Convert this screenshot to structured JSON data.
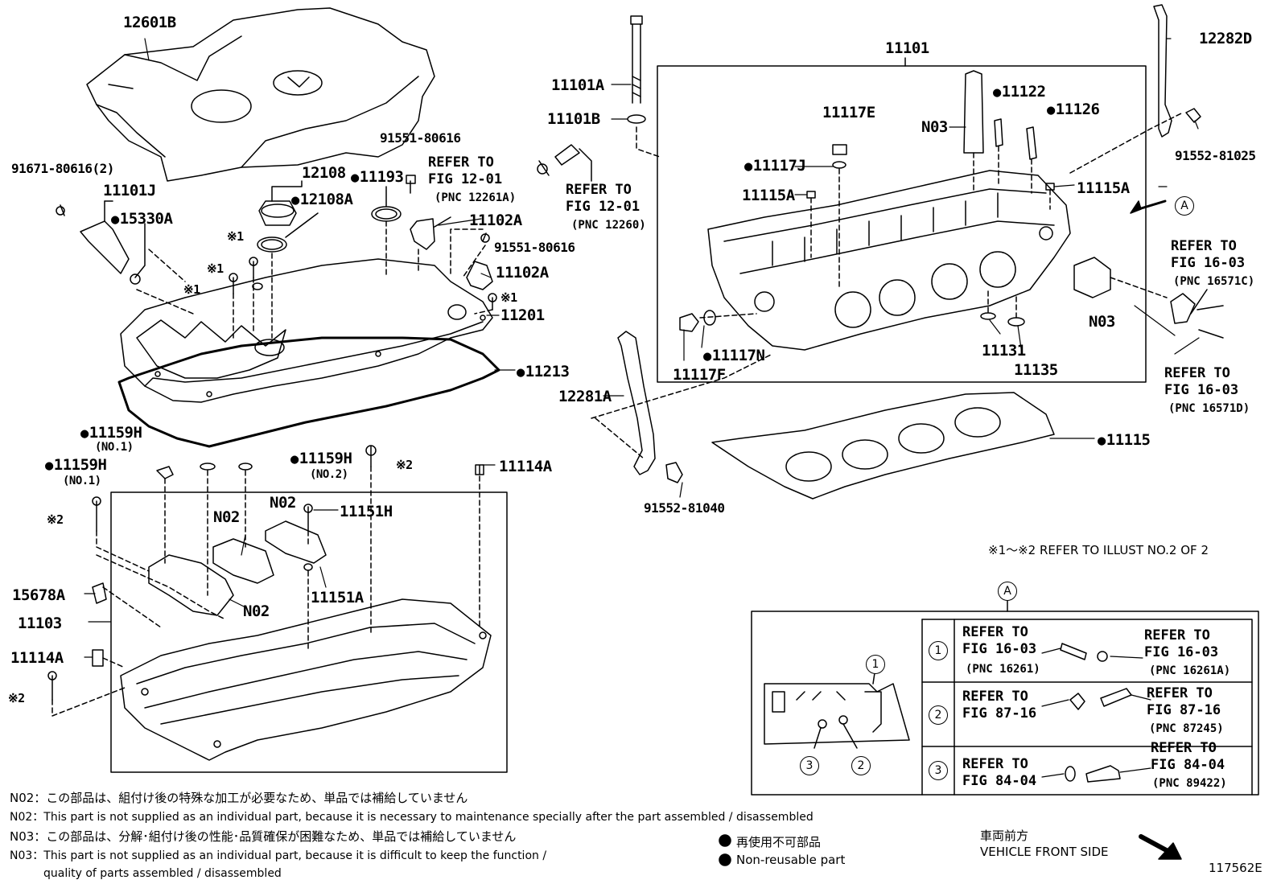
{
  "labels": {
    "p12601B": "12601B",
    "p91671": "91671-80616(2)",
    "p11101J": "11101J",
    "p15330A": "15330A",
    "p12108": "12108",
    "p12108A": "12108A",
    "p11193": "11193",
    "p91551a": "91551-80616",
    "p11102A_1": "11102A",
    "p91551b": "91551-80616",
    "p11102A_2": "11102A",
    "p11201": "11201",
    "p11213": "11213",
    "p11159H_1": "11159H",
    "p11159H_2": "11159H",
    "p11159H_3": "11159H",
    "no1_a": "(NO.1)",
    "no1_b": "(NO.1)",
    "no2": "(NO.2)",
    "p11114A_1": "11114A",
    "p11114A_2": "11114A",
    "p11151H": "11151H",
    "p11151A": "11151A",
    "p15678A": "15678A",
    "p11103": "11103",
    "n02_1": "N02",
    "n02_2": "N02",
    "n02_3": "N02",
    "x1_a": "※1",
    "x1_b": "※1",
    "x1_c": "※1",
    "x1_d": "※1",
    "x2_a": "※2",
    "x2_b": "※2",
    "x2_c": "※2",
    "p11101A": "11101A",
    "p11101B": "11101B",
    "p11101": "11101",
    "p12282D": "12282D",
    "p91552_81025": "91552-81025",
    "p11117E": "11117E",
    "n03_1": "N03",
    "n03_2": "N03",
    "p11122": "11122",
    "p11126": "11126",
    "p11117J": "11117J",
    "p11115A_1": "11115A",
    "p11115A_2": "11115A",
    "p11117N": "11117N",
    "p11117F": "11117F",
    "p11131": "11131",
    "p11135": "11135",
    "p12281A": "12281A",
    "p91552_81040": "91552-81040",
    "p11115": "11115",
    "circleA_1": "A",
    "circleA_2": "A"
  },
  "refs": {
    "r12_01a": "REFER TO\nFIG 12-01",
    "r12_01a_pnc": "(PNC 12261A)",
    "r12_01b": "REFER TO\nFIG 12-01",
    "r12_01b_pnc": "(PNC 12260)",
    "r16_03c": "REFER TO\nFIG 16-03",
    "r16_03c_pnc": "(PNC 16571C)",
    "r16_03d": "REFER TO\nFIG 16-03",
    "r16_03d_pnc": "(PNC 16571D)"
  },
  "illust_note": "※1～※2  REFER TO ILLUST NO.2 OF 2",
  "detail": {
    "rows": [
      {
        "num": "1",
        "left": "REFER TO\nFIG 16-03",
        "left_pnc": "(PNC 16261)",
        "right": "REFER TO\nFIG 16-03",
        "right_pnc": "(PNC 16261A)"
      },
      {
        "num": "2",
        "left": "REFER TO\nFIG 87-16",
        "left_pnc": "",
        "right": "REFER TO\nFIG 87-16",
        "right_pnc": "(PNC 87245)"
      },
      {
        "num": "3",
        "left": "REFER TO\nFIG 84-04",
        "left_pnc": "",
        "right": "REFER TO\nFIG 84-04",
        "right_pnc": "(PNC 89422)"
      }
    ],
    "callouts": [
      "1",
      "2",
      "3"
    ]
  },
  "notes": {
    "n02_jp": "N02：この部品は、組付け後の特殊な加工が必要なため、単品では補給していません",
    "n02_en": "N02：This part is not supplied as an individual part, because it is necessary to maintenance specially after the part assembled / disassembled",
    "n03_jp": "N03：この部品は、分解･組付け後の性能･品質確保が困難なため、単品では補給していません",
    "n03_en1": "N03：This part is not supplied as an individual part, because it is difficult to keep the function /",
    "n03_en2": "quality of parts  assembled / disassembled"
  },
  "legend": {
    "jp": "再使用不可部品",
    "en": "Non-reusable part"
  },
  "front": {
    "jp": "車両前方",
    "en": "VEHICLE FRONT SIDE"
  },
  "figure_id": "117562E"
}
